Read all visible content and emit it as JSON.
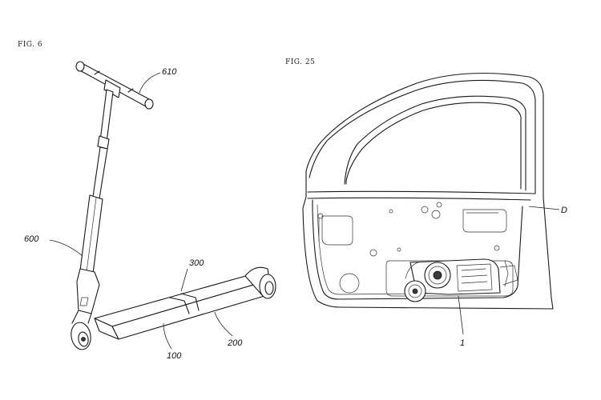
{
  "figures": [
    {
      "title": "FIG. 6",
      "labels": {
        "handlebar": "610",
        "stem": "600",
        "deck_joint": "300",
        "rear_deck": "200",
        "front_deck": "100"
      }
    },
    {
      "title": "FIG. 25",
      "labels": {
        "door": "D",
        "module": "1"
      }
    }
  ]
}
